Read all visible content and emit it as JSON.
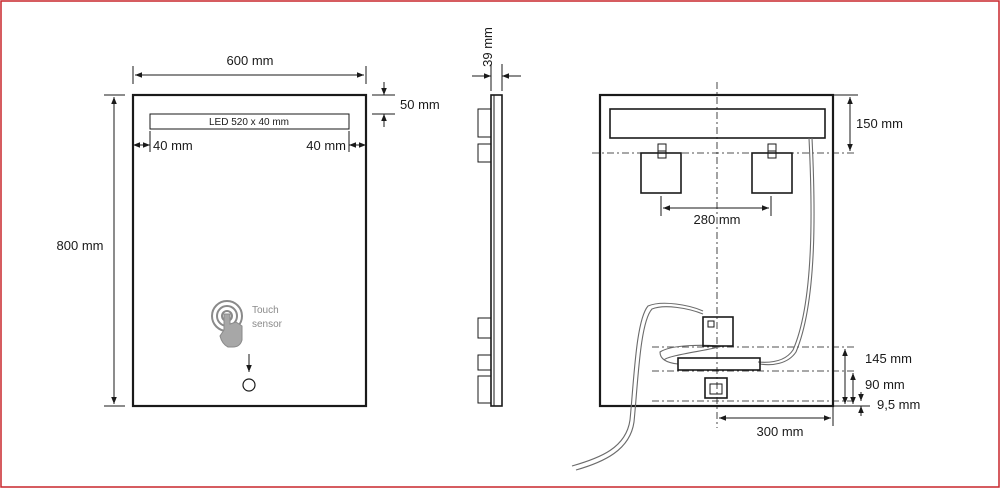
{
  "front_view": {
    "width_label": "600 mm",
    "height_label": "800 mm",
    "led_strip_label": "LED 520 x 40 mm",
    "top_margin_label": "50 mm",
    "left_margin_label": "40 mm",
    "right_margin_label": "40 mm",
    "sensor_label_line1": "Touch",
    "sensor_label_line2": "sensor"
  },
  "side_view": {
    "depth_label": "39 mm"
  },
  "back_view": {
    "led_offset_label": "150 mm",
    "bracket_spacing_label": "280 mm",
    "driver_offset_label": "145 mm",
    "junction_offset_label": "90 mm",
    "bottom_offset_label": "9,5 mm",
    "horizontal_offset_label": "300 mm"
  },
  "colors": {
    "frame": "#c8262c",
    "line": "#1a1a1a",
    "sensor_grey": "#8a8a8a"
  }
}
